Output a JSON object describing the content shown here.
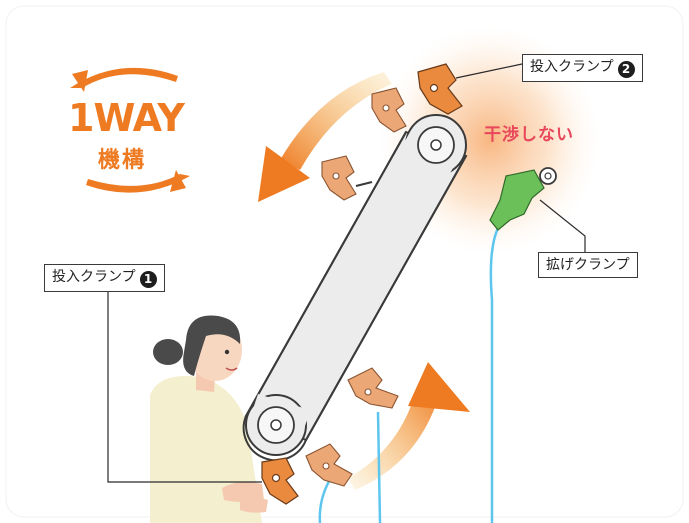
{
  "logo": {
    "line1": "1WAY",
    "line2": "機構"
  },
  "labels": {
    "clamp2": "投入クランプ",
    "clamp2_num": "2",
    "clamp1": "投入クランプ",
    "clamp1_num": "1",
    "spread": "拡げクランプ",
    "no_interference": "干渉しない"
  },
  "colors": {
    "accent_orange": "#ee7a22",
    "clamp_orange": "#e98a3f",
    "clamp_light": "#eca777",
    "spread_green": "#6cc05a",
    "cloth_blue": "#5ec6ee",
    "warning_red": "#e8465a",
    "belt_fill": "#ececec"
  },
  "icons": [
    "rotation-arrows-icon",
    "down-left-arrow-icon",
    "up-right-arrow-icon"
  ]
}
